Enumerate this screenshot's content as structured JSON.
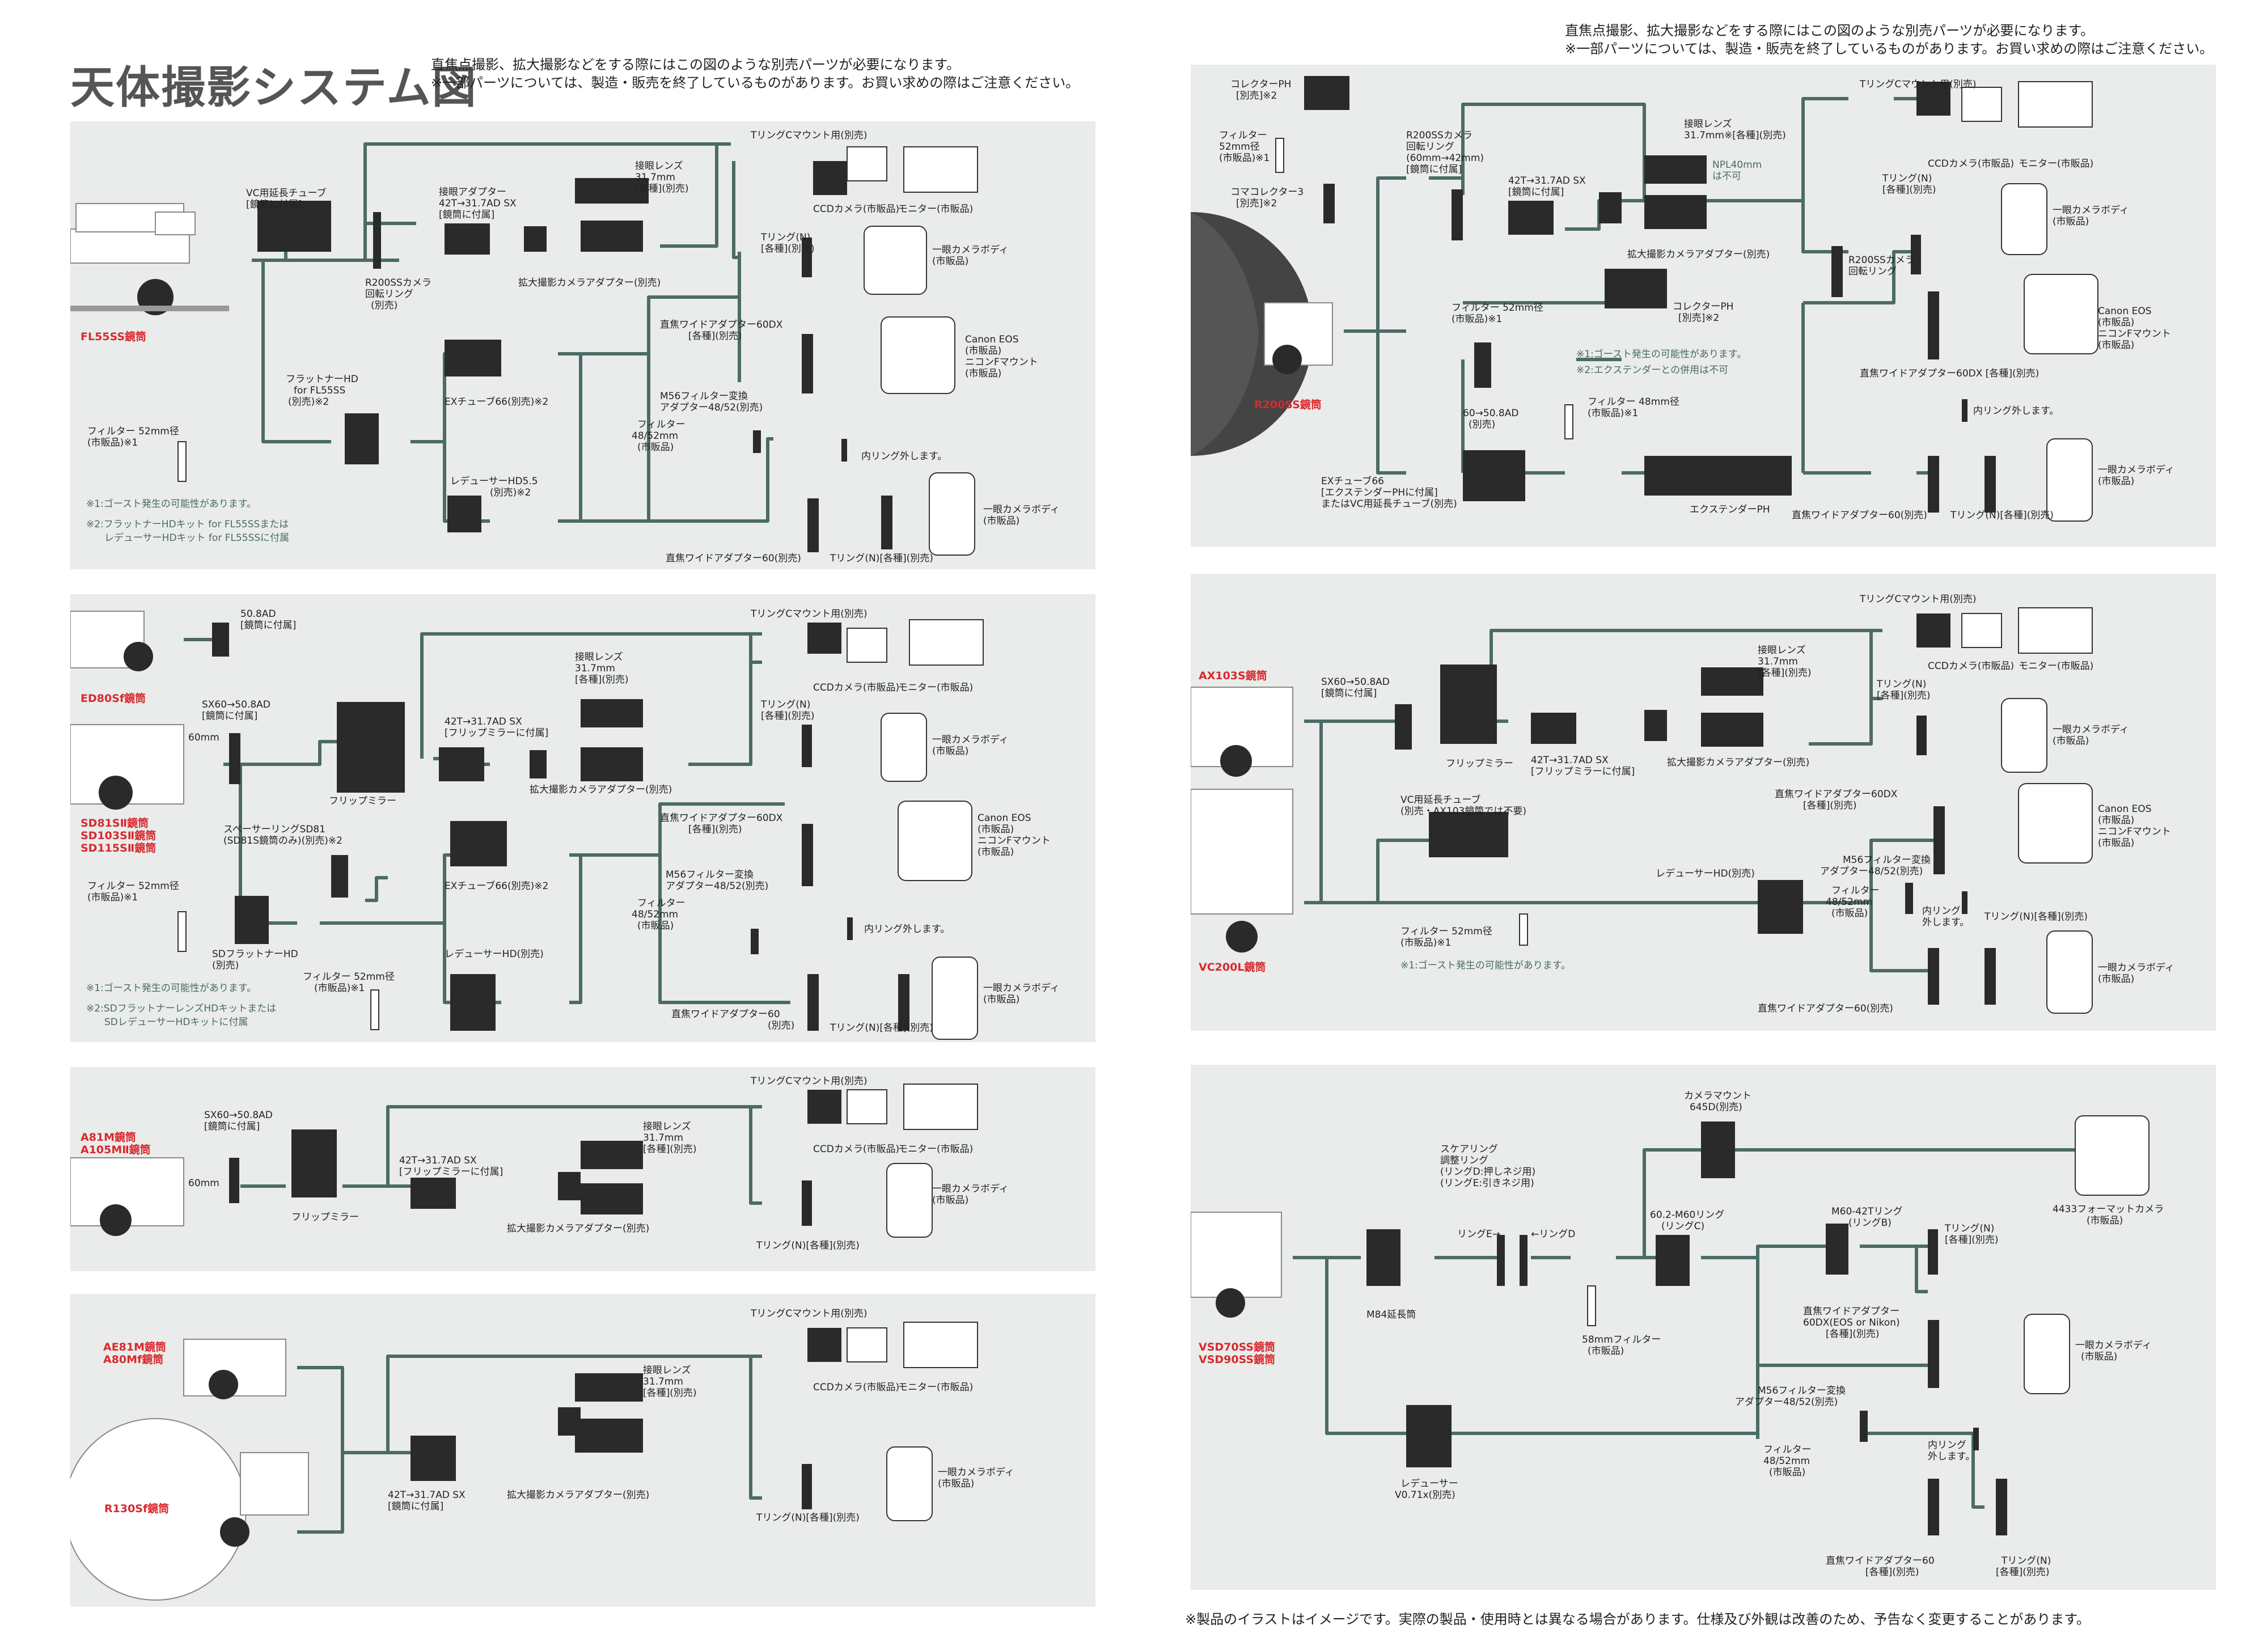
{
  "title": "天体撮影システム図",
  "header_left": {
    "line1": "直焦点撮影、拡大撮影などをする際にはこの図のような別売パーツが必要になります。",
    "line2": "※一部パーツについては、製造・販売を終了しているものがあります。お買い求めの際はご注意ください。"
  },
  "header_right": {
    "line1": "直焦点撮影、拡大撮影などをする際にはこの図のような別売パーツが必要になります。",
    "line2": "※一部パーツについては、製造・販売を終了しているものがあります。お買い求めの際はご注意ください。"
  },
  "footer": "※製品のイラストはイメージです。実際の製品・使用時とは異なる場合があります。仕様及び外観は改善のため、予告なく変更することがあります。",
  "panels": {
    "p1": {
      "telescope": "FL55SS鏡筒",
      "vc_tube": "VC用延長チューブ",
      "vc_tube2": "[鏡筒に付属]",
      "rotator1": "R200SSカメラ",
      "rotator2": "回転リング",
      "rotator3": "(別売)",
      "adapter1": "接眼アダプター",
      "adapter2": "42T→31.7AD SX",
      "adapter3": "[鏡筒に付属]",
      "eyepiece1": "接眼レンズ",
      "eyepiece2": "31.7mm",
      "eyepiece3": "[各種](別売)",
      "mag_adapter": "拡大撮影カメラアダプター(別売)",
      "tring_c": "TリングCマウント用(別売)",
      "ccd": "CCDカメラ(市販品)",
      "monitor": "モニター(市販品)",
      "tring_n1": "Tリング(N)",
      "tring_n2": "[各種](別売)",
      "slr1": "一眼カメラボディ",
      "slr2": "(市販品)",
      "flattener1": "フラットナーHD",
      "flattener2": "for FL55SS",
      "flattener3": "(別売)※2",
      "ex66": "EXチューブ66(別売)※2",
      "reducer1": "レデューサーHD5.5",
      "reducer2": "(別売)※2",
      "wide60dx1": "直焦ワイドアダプター60DX",
      "wide60dx2": "[各種](別売)",
      "canon1": "Canon EOS",
      "canon2": "(市販品)",
      "canon3": "ニコンFマウント",
      "canon4": "(市販品)",
      "m56a": "M56フィルター変換",
      "m56b": "アダプター48/52(別売)",
      "filt48a": "フィルター",
      "filt48b": "48/52mm",
      "filt48c": "(市販品)",
      "inner_ring": "内リング外します。",
      "filter52a": "フィルター 52mm径",
      "filter52b": "(市販品)※1",
      "wide60": "直焦ワイドアダプター60(別売)",
      "tring_n3": "Tリング(N)[各種](別売)",
      "slr3": "一眼カメラボディ",
      "slr4": "(市販品)",
      "note1": "※1:ゴースト発生の可能性があります。",
      "note2a": "※2:フラットナーHDキット for FL55SSまたは",
      "note2b": "レデューサーHDキット for FL55SSに付属"
    },
    "p2": {
      "tel1": "ED80Sf鏡筒",
      "tel2a": "SD81SⅡ鏡筒",
      "tel2b": "SD103SⅡ鏡筒",
      "tel2c": "SD115SⅡ鏡筒",
      "ad508a": "50.8AD",
      "ad508b": "[鏡筒に付属]",
      "sx60a": "SX60→50.8AD",
      "sx60b": "[鏡筒に付属]",
      "mm60": "60mm",
      "flip": "フリップミラー",
      "ad42a": "42T→31.7AD SX",
      "ad42b": "[フリップミラーに付属]",
      "eyepiece1": "接眼レンズ",
      "eyepiece2": "31.7mm",
      "eyepiece3": "[各種](別売)",
      "mag_adapter": "拡大撮影カメラアダプター(別売)",
      "tring_c": "TリングCマウント用(別売)",
      "ccd": "CCDカメラ(市販品)",
      "monitor": "モニター(市販品)",
      "tring_n1": "Tリング(N)",
      "tring_n2": "[各種](別売)",
      "slr1": "一眼カメラボディ",
      "slr2": "(市販品)",
      "spacer1": "スペーサーリングSD81",
      "spacer2": "(SD81S鏡筒のみ)(別売)※2",
      "ex66": "EXチューブ66(別売)※2",
      "wide60dx1": "直焦ワイドアダプター60DX",
      "wide60dx2": "[各種](別売)",
      "canon1": "Canon EOS",
      "canon2": "(市販品)",
      "canon3": "ニコンFマウント",
      "canon4": "(市販品)",
      "m56a": "M56フィルター変換",
      "m56b": "アダプター48/52(別売)",
      "filt48a": "フィルター",
      "filt48b": "48/52mm",
      "filt48c": "(市販品)",
      "inner_ring": "内リング外します。",
      "filter52a": "フィルター 52mm径",
      "filter52b": "(市販品)※1",
      "sdflat1": "SDフラットナーHD",
      "sdflat2": "(別売)",
      "reducer": "レデューサーHD(別売)",
      "filter52c": "フィルター 52mm径",
      "filter52d": "(市販品)※1",
      "wide60a": "直焦ワイドアダプター60",
      "wide60b": "(別売)",
      "tring_n3": "Tリング(N)[各種](別売)",
      "slr3": "一眼カメラボディ",
      "slr4": "(市販品)",
      "note1": "※1:ゴースト発生の可能性があります。",
      "note2a": "※2:SDフラットナーレンズHDキットまたは",
      "note2b": "SDレデューサーHDキットに付属"
    },
    "p3": {
      "tel1": "A81M鏡筒",
      "tel2": "A105MⅡ鏡筒",
      "sx60a": "SX60→50.8AD",
      "sx60b": "[鏡筒に付属]",
      "mm60": "60mm",
      "flip": "フリップミラー",
      "ad42a": "42T→31.7AD SX",
      "ad42b": "[フリップミラーに付属]",
      "eyepiece1": "接眼レンズ",
      "eyepiece2": "31.7mm",
      "eyepiece3": "[各種](別売)",
      "mag_adapter": "拡大撮影カメラアダプター(別売)",
      "tring_c": "TリングCマウント用(別売)",
      "ccd": "CCDカメラ(市販品)",
      "monitor": "モニター(市販品)",
      "slr1": "一眼カメラボディ",
      "slr2": "(市販品)",
      "tring_n": "Tリング(N)[各種](別売)"
    },
    "p4": {
      "tel1": "AE81M鏡筒",
      "tel2": "A80Mf鏡筒",
      "tel3": "R130Sf鏡筒",
      "ad42a": "42T→31.7AD SX",
      "ad42b": "[鏡筒に付属]",
      "eyepiece1": "接眼レンズ",
      "eyepiece2": "31.7mm",
      "eyepiece3": "[各種](別売)",
      "mag_adapter": "拡大撮影カメラアダプター(別売)",
      "tring_c": "TリングCマウント用(別売)",
      "ccd": "CCDカメラ(市販品)",
      "monitor": "モニター(市販品)",
      "slr1": "一眼カメラボディ",
      "slr2": "(市販品)",
      "tring_n": "Tリング(N)[各種](別売)"
    },
    "p5": {
      "tel": "R200SS鏡筒",
      "collector1": "コレクターPH",
      "collector2": "[別売]※2",
      "filt52a": "フィルター",
      "filt52b": "52mm径",
      "filt52c": "(市販品)※1",
      "coma1": "コマコレクター3",
      "coma2": "[別売]※2",
      "rot1": "R200SSカメラ",
      "rot2": "回転リング",
      "rot3": "(60mm→42mm)",
      "rot4": "[鏡筒に付属]",
      "ad42a": "42T→31.7AD SX",
      "ad42b": "[鏡筒に付属]",
      "eyepiece1": "接眼レンズ",
      "eyepiece2": "31.7mm※[各種](別売)",
      "npl1": "NPL40mm",
      "npl2": "は不可",
      "mag_adapter": "拡大撮影カメラアダプター(別売)",
      "tring_c": "TリングCマウント用(別売)",
      "ccd": "CCDカメラ(市販品)",
      "monitor": "モニター(市販品)",
      "tring_n1": "Tリング(N)",
      "tring_n2": "[各種](別売)",
      "slr1": "一眼カメラボディ",
      "slr2": "(市販品)",
      "rot5": "R200SSカメラ",
      "rot6": "回転リング",
      "filt52d": "フィルター 52mm径",
      "filt52e": "(市販品)※1",
      "collector3": "コレクターPH",
      "collector4": "[別売]※2",
      "canon1": "Canon EOS",
      "canon2": "(市販品)",
      "canon3": "ニコンFマウント",
      "canon4": "(市販品)",
      "wide60dx": "直焦ワイドアダプター60DX [各種](別売)",
      "note1": "※1:ゴースト発生の可能性があります。",
      "note2": "※2:エクステンダーとの併用は不可",
      "ad60a": "60→50.8AD",
      "ad60b": "(別売)",
      "filt48a": "フィルター 48mm径",
      "filt48b": "(市販品)※1",
      "inner_ring": "内リング外します。",
      "ex66a": "EXチューブ66",
      "ex66b": "[エクステンダーPHに付属]",
      "ex66c": "またはVC用延長チューブ(別売)",
      "extender": "エクステンダーPH",
      "wide60": "直焦ワイドアダプター60(別売)",
      "tring_n3": "Tリング(N)[各種](別売)",
      "slr3": "一眼カメラボディ",
      "slr4": "(市販品)"
    },
    "p6": {
      "tel1": "AX103S鏡筒",
      "tel2": "VC200L鏡筒",
      "sx60a": "SX60→50.8AD",
      "sx60b": "[鏡筒に付属]",
      "flip": "フリップミラー",
      "ad42a": "42T→31.7AD SX",
      "ad42b": "[フリップミラーに付属]",
      "eyepiece1": "接眼レンズ",
      "eyepiece2": "31.7mm",
      "eyepiece3": "[各種](別売)",
      "mag_adapter": "拡大撮影カメラアダプター(別売)",
      "tring_c": "TリングCマウント用(別売)",
      "ccd": "CCDカメラ(市販品)",
      "monitor": "モニター(市販品)",
      "tring_n1": "Tリング(N)",
      "tring_n2": "[各種](別売)",
      "slr1": "一眼カメラボディ",
      "slr2": "(市販品)",
      "vc1": "VC用延長チューブ",
      "vc2": "(別売・AX103鏡筒では不要)",
      "wide60dx1": "直焦ワイドアダプター60DX",
      "wide60dx2": "[各種](別売)",
      "canon1": "Canon EOS",
      "canon2": "(市販品)",
      "canon3": "ニコンFマウント",
      "canon4": "(市販品)",
      "reducer": "レデューサーHD(別売)",
      "m56a": "M56フィルター変換",
      "m56b": "アダプター48/52(別売)",
      "filt48a": "フィルター",
      "filt48b": "48/52mm",
      "filt48c": "(市販品)",
      "inner1": "内リング",
      "inner2": "外します。",
      "tring_n3": "Tリング(N)[各種](別売)",
      "filt52a": "フィルター 52mm径",
      "filt52b": "(市販品)※1",
      "note1": "※1:ゴースト発生の可能性があります。",
      "wide60": "直焦ワイドアダプター60(別売)",
      "slr3": "一眼カメラボディ",
      "slr4": "(市販品)"
    },
    "p7": {
      "tel1": "VSD70SS鏡筒",
      "tel2": "VSD90SS鏡筒",
      "cam645a": "カメラマウント",
      "cam645b": "645D(別売)",
      "cam4433a": "4433フォーマットカメラ",
      "cam4433b": "(市販品)",
      "sq1": "スケアリング",
      "sq2": "調整リング",
      "sq3": "(リングD:押しネジ用)",
      "sq4": "(リングE:引きネジ用)",
      "ringE": "リングE→",
      "ringD": "←リングD",
      "m84": "M84延長筒",
      "ring60a": "60.2-M60リング",
      "ring60b": "(リングC)",
      "m60a": "M60-42Tリング",
      "m60b": "(リングB)",
      "tring_n1": "Tリング(N)",
      "tring_n2": "[各種](別売)",
      "filt58a": "58mmフィルター",
      "filt58b": "(市販品)",
      "wide1": "直焦ワイドアダプター",
      "wide2": "60DX(EOS or Nikon)",
      "wide3": "[各種](別売)",
      "slr1": "一眼カメラボディ",
      "slr2": "(市販品)",
      "m56a": "M56フィルター変換",
      "m56b": "アダプター48/52(別売)",
      "filt48a": "フィルター",
      "filt48b": "48/52mm",
      "filt48c": "(市販品)",
      "inner1": "内リング",
      "inner2": "外します。",
      "reducer1": "レデューサー",
      "reducer2": "V0.71x(別売)",
      "wide60a": "直焦ワイドアダプター60",
      "wide60b": "[各種](別売)",
      "tring_n3": "Tリング(N)",
      "tring_n4": "[各種](別売)"
    }
  }
}
